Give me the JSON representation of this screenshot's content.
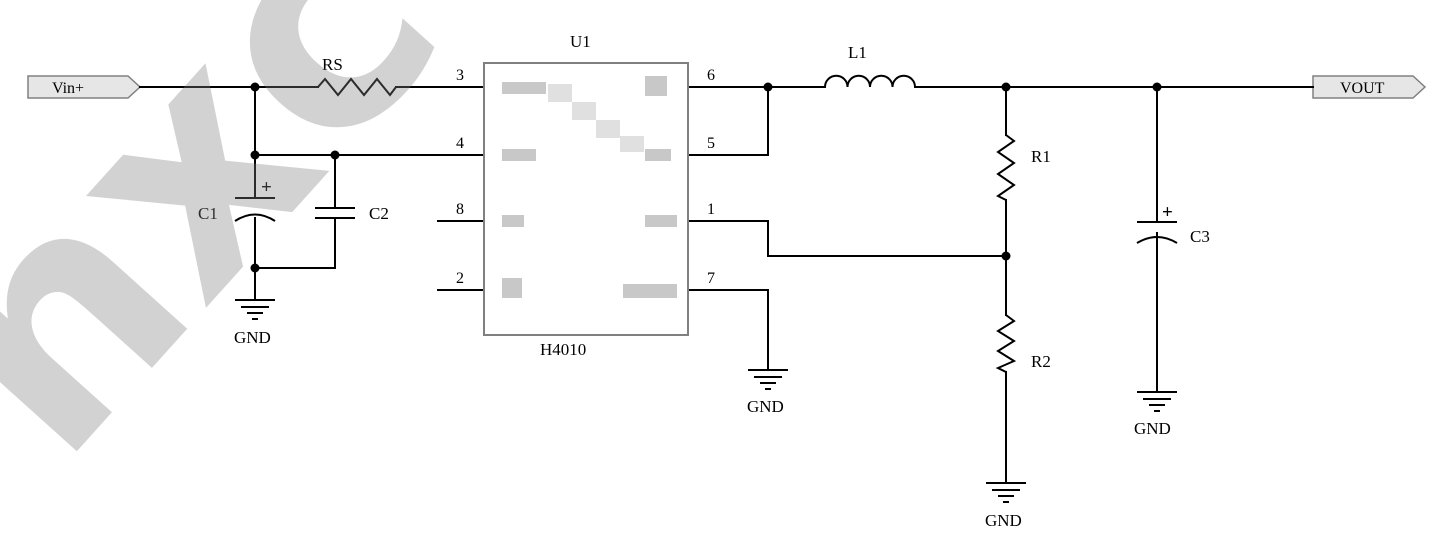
{
  "ports": {
    "vin": "Vin+",
    "vout": "VOUT"
  },
  "chip": {
    "designator": "U1",
    "part": "H4010",
    "pins_left": [
      "3",
      "4",
      "8",
      "2"
    ],
    "pins_right": [
      "6",
      "5",
      "1",
      "7"
    ]
  },
  "components": {
    "rs": "RS",
    "l1": "L1",
    "r1": "R1",
    "r2": "R2",
    "c1": "C1",
    "c2": "C2",
    "c3": "C3"
  },
  "polarity_mark": "+",
  "ground_label": "GND",
  "watermark": "hxc-jd",
  "colors": {
    "wire": "#000000",
    "port_fill": "#e6e6e6",
    "chip_border": "#808080",
    "watermark": "#7d7d7d"
  }
}
